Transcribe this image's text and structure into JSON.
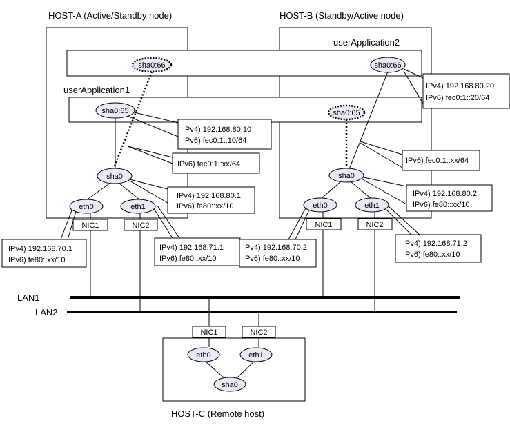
{
  "colors": {
    "ellipse_fill": "#e8eaf6",
    "stroke": "#000000",
    "background": "#ffffff"
  },
  "hosts": {
    "host_a": "HOST-A (Active/Standby node)",
    "host_b": "HOST-B (Standby/Active node)",
    "host_c": "HOST-C (Remote host)"
  },
  "apps": {
    "app1": "userApplication1",
    "app2": "userApplication2"
  },
  "interfaces": {
    "sha0_66": "sha0:66",
    "sha0_65": "sha0:65",
    "sha0": "sha0",
    "eth0": "eth0",
    "eth1": "eth1",
    "nic1": "NIC1",
    "nic2": "NIC2"
  },
  "lans": {
    "lan1": "LAN1",
    "lan2": "LAN2"
  },
  "addresses": {
    "a_65_v4": "IPv4) 192.168.80.10",
    "a_65_v6": "IPv6) fec0:1::10/64",
    "a_virt_v6": "IPv6) fec0:1::xx/64",
    "a_sha0_v4": "IPv4) 192.168.80.1",
    "a_sha0_v6": "IPv6) fe80::xx/10",
    "a_eth0_v4": "IPv4) 192.168.70.1",
    "a_eth0_v6": "IPv6) fe80::xx/10",
    "a_eth1_v4": "IPv4) 192.168.71.1",
    "a_eth1_v6": "IPv6) fe80::xx/10",
    "b_66_v4": "IPv4) 192.168.80.20",
    "b_66_v6": "IPv6) fec0:1::20/64",
    "b_virt_v6": "IPv6) fec0:1::xx/64",
    "b_sha0_v4": "IPv4) 192.168.80.2",
    "b_sha0_v6": "IPv6) fe80::xx/10",
    "b_eth0_v4": "IPv4) 192.168.70.2",
    "b_eth0_v6": "IPv6) fe80::xx/10",
    "b_eth1_v4": "IPv4) 192.168.71.2",
    "b_eth1_v6": "IPv6) fe80::xx/10"
  }
}
